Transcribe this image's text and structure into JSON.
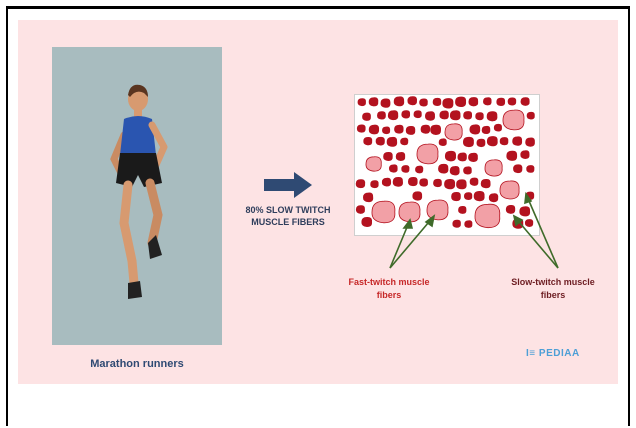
{
  "caption": "Marathon runners",
  "arrow_text_line1": "80% SLOW TWITCH",
  "arrow_text_line2": "MUSCLE FIBERS",
  "label_fast_line1": "Fast-twitch muscle",
  "label_fast_line2": "fibers",
  "label_slow_line1": "Slow-twitch muscle",
  "label_slow_line2": "fibers",
  "brand": "PEDIAA",
  "brand_mark": "I≡",
  "colors": {
    "panel_bg": "#fde3e4",
    "slow_fiber": "#b3121f",
    "fast_fiber": "#f2a0a6",
    "arrow": "#2f4a73",
    "fast_label": "#c62828",
    "slow_label": "#6d1d22",
    "brand": "#4d9fd6"
  }
}
